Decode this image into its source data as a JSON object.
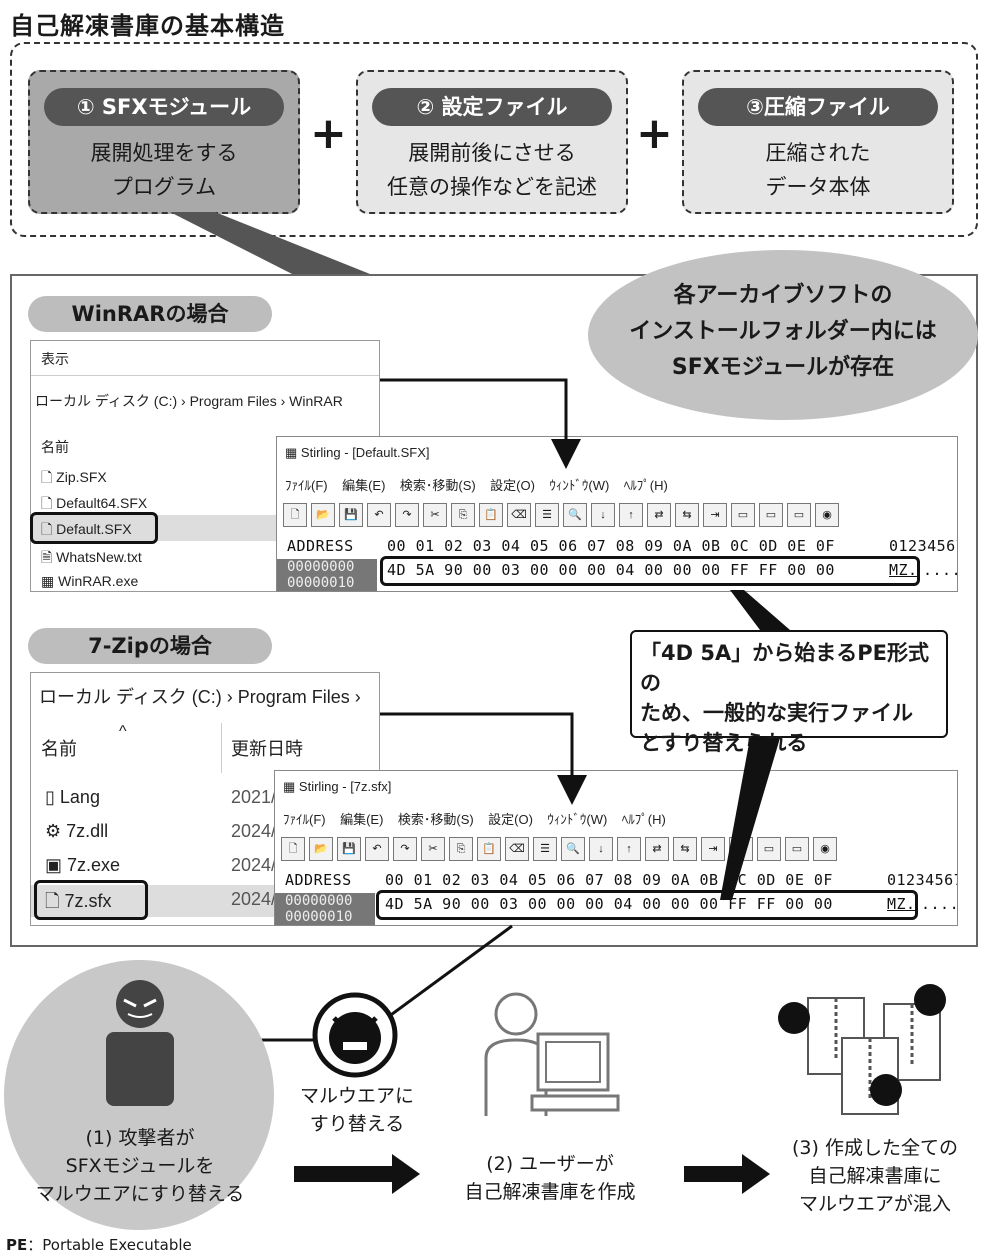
{
  "title": "自己解凍書庫の基本構造",
  "top_cards": [
    {
      "pill": "① SFXモジュール",
      "text": "展開処理をする\nプログラム"
    },
    {
      "pill": "② 設定ファイル",
      "text": "展開前後にさせる\n任意の操作などを記述"
    },
    {
      "pill": "③圧縮ファイル",
      "text": "圧縮された\nデータ本体"
    }
  ],
  "plus": "+",
  "bubble": "各アーカイブソフトの\nインストールフォルダー内には\nSFXモジュールが存在",
  "winrar": {
    "tab": "WinRARの場合",
    "menu": "表示",
    "breadcrumb": "ローカル ディスク (C:)  ›  Program Files  ›  WinRAR",
    "col_name": "名前",
    "files": [
      "Zip.SFX",
      "Default64.SFX",
      "Default.SFX",
      "WhatsNew.txt",
      "WinRAR.exe"
    ],
    "stirling_title": "Stirling - [Default.SFX]",
    "menus": [
      "ﾌｧｲﾙ(F)",
      "編集(E)",
      "検索･移動(S)",
      "設定(O)",
      "ｳｨﾝﾄﾞｳ(W)",
      "ﾍﾙﾌﾟ(H)"
    ]
  },
  "sevenzip": {
    "tab": "7-Zipの場合",
    "breadcrumb": "ローカル ディスク (C:)  ›  Program Files  ›",
    "col_name": "名前",
    "col_date": "更新日時",
    "files": [
      "Lang",
      "7z.dll",
      "7z.exe",
      "7z.sfx"
    ],
    "dates": [
      "2021/",
      "2024/",
      "2024/",
      "2024/"
    ],
    "stirling_title": "Stirling - [7z.sfx]",
    "menus": [
      "ﾌｧｲﾙ(F)",
      "編集(E)",
      "検索･移動(S)",
      "設定(O)",
      "ｳｨﾝﾄﾞｳ(W)",
      "ﾍﾙﾌﾟ(H)"
    ]
  },
  "hex": {
    "header_addr": "ADDRESS",
    "header_cols": "00 01 02 03 04 05 06 07 08 09 0A 0B 0C 0D 0E 0F",
    "header_ascii": "01234567",
    "row_addr": "00000000",
    "row_bytes": "4D 5A 90 00 03 00 00 00 04 00 00 00 FF FF 00 00",
    "row_ascii": "MZ.",
    "row_dots": "....",
    "next_addr": "00000010"
  },
  "callout": "「4D 5A」から始まるPE形式の\nため、一般的な実行ファイル\nとすり替えられる",
  "steps": [
    {
      "label": "(1) 攻撃者が\nSFXモジュールを\nマルウエアにすり替える"
    },
    {
      "label": "(2) ユーザーが\n自己解凍書庫を作成"
    },
    {
      "label": "(3) 作成した全ての\n自己解凍書庫に\nマルウエアが混入"
    }
  ],
  "malware_label": "マルウエアに\nすり替える",
  "footnote_term": "PE",
  "footnote_text": "：Portable Executable"
}
